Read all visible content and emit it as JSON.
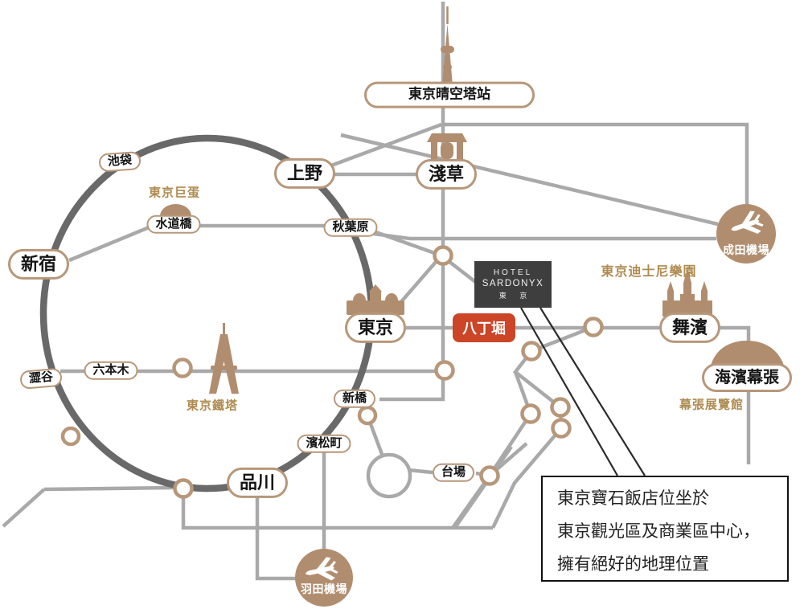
{
  "colors": {
    "tan_border": "#b79779",
    "brown_fill": "#b18d6f",
    "gold_label": "#ae8b50",
    "loop_dark": "#696969",
    "line_gray": "#a9a9a9",
    "station_red": "#cc4527",
    "hotel_bg": "#3e3e3e"
  },
  "stations": {
    "skytree_station": {
      "label": "東京晴空塔站"
    },
    "ikebukuro": {
      "label": "池袋"
    },
    "ueno": {
      "label": "上野"
    },
    "asakusa": {
      "label": "淺草"
    },
    "suidobashi": {
      "label": "水道橋"
    },
    "akihabara": {
      "label": "秋葉原"
    },
    "shinjuku": {
      "label": "新宿"
    },
    "tokyo": {
      "label": "東京"
    },
    "hatchobori": {
      "label": "八丁堀"
    },
    "maihama": {
      "label": "舞濱"
    },
    "kaihin_makuhari": {
      "label": "海濱幕張"
    },
    "shibuya": {
      "label": "澀谷"
    },
    "roppongi": {
      "label": "六本木"
    },
    "shimbashi": {
      "label": "新橋"
    },
    "hamamatsucho": {
      "label": "濱松町"
    },
    "shinagawa": {
      "label": "品川"
    },
    "odaiba": {
      "label": "台場"
    },
    "narita_airport": {
      "label": "成田機場"
    },
    "haneda_airport": {
      "label": "羽田機場"
    }
  },
  "landmarks": {
    "tokyo_dome": {
      "label": "東京巨蛋"
    },
    "tokyo_tower": {
      "label": "東京鐵塔"
    },
    "disneyland": {
      "label": "東京迪士尼樂園"
    },
    "makuhari_messe": {
      "label": "幕張展覽館"
    }
  },
  "hotel": {
    "name_line1": "HOTEL",
    "name_line2": "SARDONYX",
    "name_line3": "東 京"
  },
  "callout": {
    "line1": "東京寶石飯店位坐於",
    "line2": "東京觀光區及商業區中心，",
    "line3": "擁有絕好的地理位置"
  }
}
